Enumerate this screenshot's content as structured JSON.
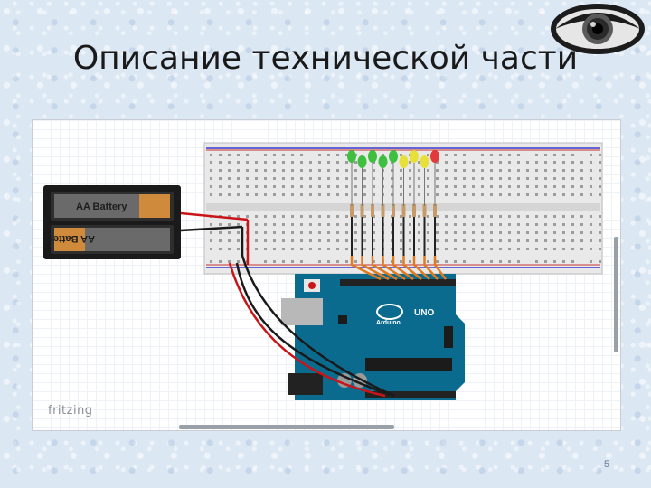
{
  "slide": {
    "title": "Описание технической части",
    "page_number": "5"
  },
  "diagram": {
    "watermark": "fritzing",
    "battery_top_label": "AA Battery",
    "battery_bottom_label": "AA Battery",
    "board_logo": "UNO",
    "board_brand": "Arduino",
    "led_colors": [
      "#3fbf3f",
      "#3fbf3f",
      "#3fbf3f",
      "#3fbf3f",
      "#3fbf3f",
      "#e8e03a",
      "#e8e03a",
      "#e8e03a",
      "#e23a3a"
    ]
  },
  "colors": {
    "arduino": "#0b6b8f",
    "wire_orange": "#e07a1e",
    "wire_red": "#c9151a",
    "wire_black": "#1a1a1a"
  },
  "icons": {
    "logo": "eye-icon"
  }
}
